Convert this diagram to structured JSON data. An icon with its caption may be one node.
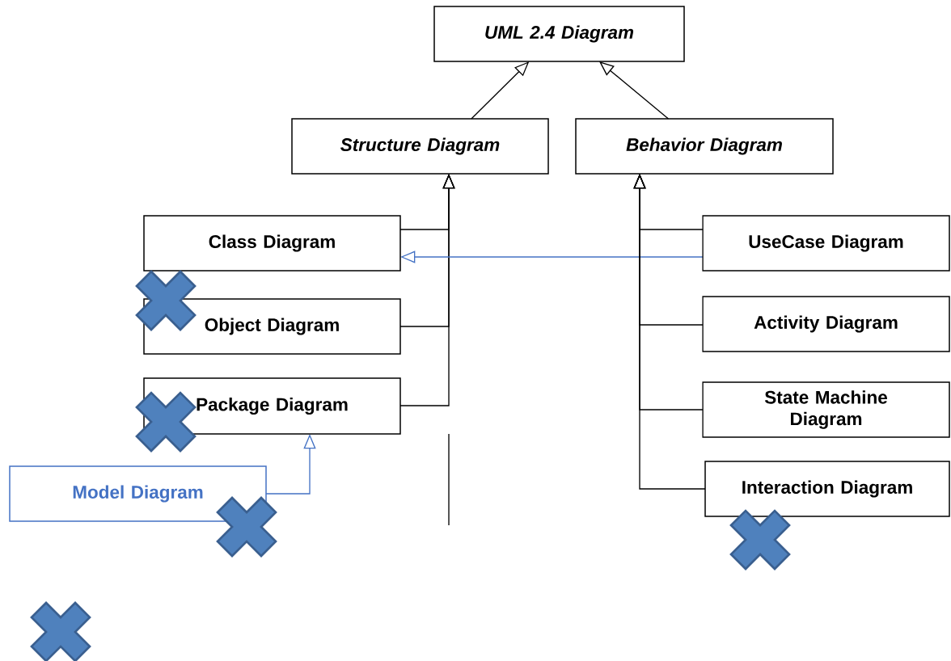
{
  "diagram": {
    "nodes": [
      {
        "text": [
          "UML 2.4 Diagram"
        ]
      },
      {
        "text": [
          "Structure Diagram"
        ]
      },
      {
        "text": [
          "Behavior Diagram"
        ]
      },
      {
        "text": [
          "Class Diagram"
        ]
      },
      {
        "text": [
          "Object Diagram"
        ]
      },
      {
        "text": [
          "Package Diagram"
        ]
      },
      {
        "text": [
          "Model Diagram"
        ]
      },
      {
        "text": [
          "UseCase Diagram"
        ]
      },
      {
        "text": [
          "Activity Diagram"
        ]
      },
      {
        "text": [
          "State Machine Diagram"
        ]
      },
      {
        "text": [
          "Interaction Diagram"
        ]
      },
      {
        "text": [],
        "shape": "cross"
      },
      {
        "text": [],
        "shape": "cross"
      },
      {
        "text": [],
        "shape": "cross"
      },
      {
        "text": [],
        "shape": "cross"
      },
      {
        "text": [],
        "shape": "cross"
      }
    ],
    "edges": [
      {
        "from": 1,
        "to": 0,
        "arrow": "to"
      },
      {
        "from": 2,
        "to": 0,
        "arrow": "to"
      },
      {
        "from": 3,
        "to": 1,
        "arrow": "to"
      },
      {
        "from": 4,
        "to": 1,
        "arrow": "to"
      },
      {
        "from": 5,
        "to": 1,
        "arrow": "to"
      },
      {
        "from": 6,
        "to": 5,
        "arrow": "to",
        "color": "#4472c4"
      },
      {
        "from": 7,
        "to": 3,
        "arrow": "to",
        "style": "dashed",
        "color": "#4472c4"
      },
      {
        "from": 7,
        "to": 2,
        "arrow": "to"
      },
      {
        "from": 8,
        "to": 2,
        "arrow": "to"
      },
      {
        "from": 9,
        "to": 2,
        "arrow": "to"
      },
      {
        "from": 10,
        "to": 2,
        "arrow": "to"
      }
    ]
  }
}
